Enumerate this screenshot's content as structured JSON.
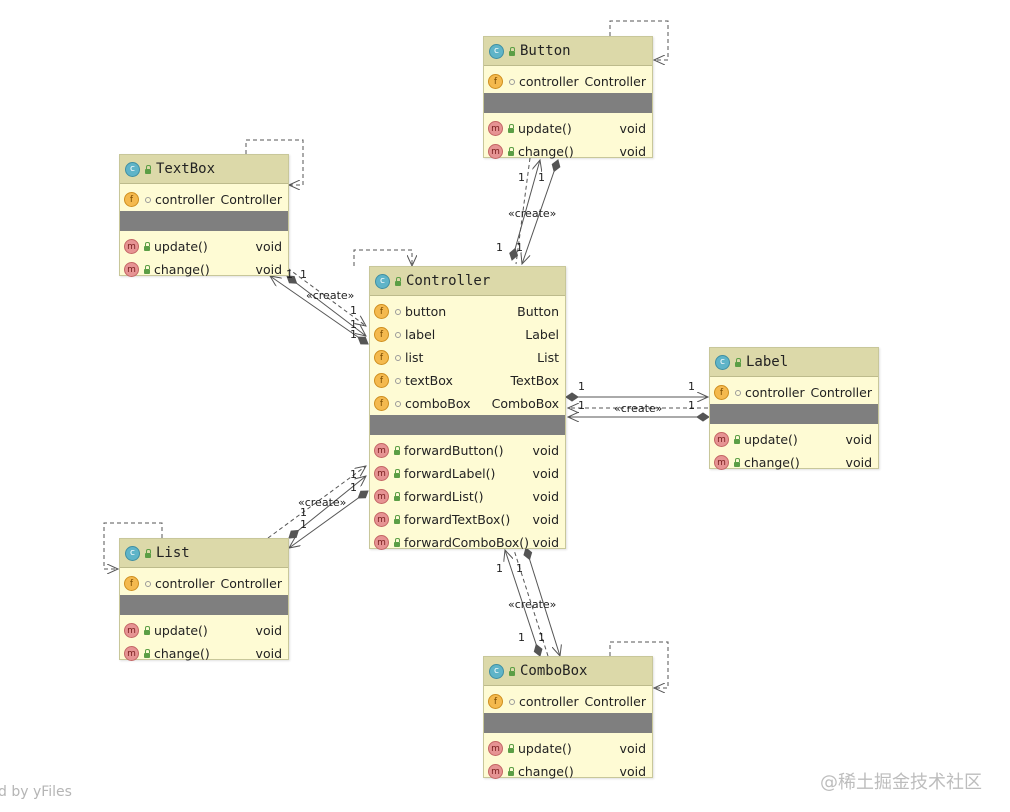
{
  "classes": {
    "button": {
      "name": "Button",
      "fields": [
        {
          "name": "controller",
          "type": "Controller"
        }
      ],
      "methods": [
        {
          "name": "update()",
          "type": "void"
        },
        {
          "name": "change()",
          "type": "void"
        }
      ]
    },
    "textbox": {
      "name": "TextBox",
      "fields": [
        {
          "name": "controller",
          "type": "Controller"
        }
      ],
      "methods": [
        {
          "name": "update()",
          "type": "void"
        },
        {
          "name": "change()",
          "type": "void"
        }
      ]
    },
    "controller": {
      "name": "Controller",
      "fields": [
        {
          "name": "button",
          "type": "Button"
        },
        {
          "name": "label",
          "type": "Label"
        },
        {
          "name": "list",
          "type": "List"
        },
        {
          "name": "textBox",
          "type": "TextBox"
        },
        {
          "name": "comboBox",
          "type": "ComboBox"
        }
      ],
      "methods": [
        {
          "name": "forwardButton()",
          "type": "void"
        },
        {
          "name": "forwardLabel()",
          "type": "void"
        },
        {
          "name": "forwardList()",
          "type": "void"
        },
        {
          "name": "forwardTextBox()",
          "type": "void"
        },
        {
          "name": "forwardComboBox()",
          "type": "void"
        }
      ]
    },
    "label": {
      "name": "Label",
      "fields": [
        {
          "name": "controller",
          "type": "Controller"
        }
      ],
      "methods": [
        {
          "name": "update()",
          "type": "void"
        },
        {
          "name": "change()",
          "type": "void"
        }
      ]
    },
    "list": {
      "name": "List",
      "fields": [
        {
          "name": "controller",
          "type": "Controller"
        }
      ],
      "methods": [
        {
          "name": "update()",
          "type": "void"
        },
        {
          "name": "change()",
          "type": "void"
        }
      ]
    },
    "combobox": {
      "name": "ComboBox",
      "fields": [
        {
          "name": "controller",
          "type": "Controller"
        }
      ],
      "methods": [
        {
          "name": "update()",
          "type": "void"
        },
        {
          "name": "change()",
          "type": "void"
        }
      ]
    }
  },
  "badges": {
    "class": "c",
    "field": "f",
    "method": "m"
  },
  "edge_labels": {
    "create": "«create»",
    "multiplicity": "1"
  },
  "footer": {
    "left": "d by yFiles",
    "right": "@稀土掘金技术社区"
  },
  "colors": {
    "class_body": "#fefbd4",
    "class_header": "#dcd9a9",
    "separator": "#7f7f7f",
    "edge": "#555555"
  }
}
